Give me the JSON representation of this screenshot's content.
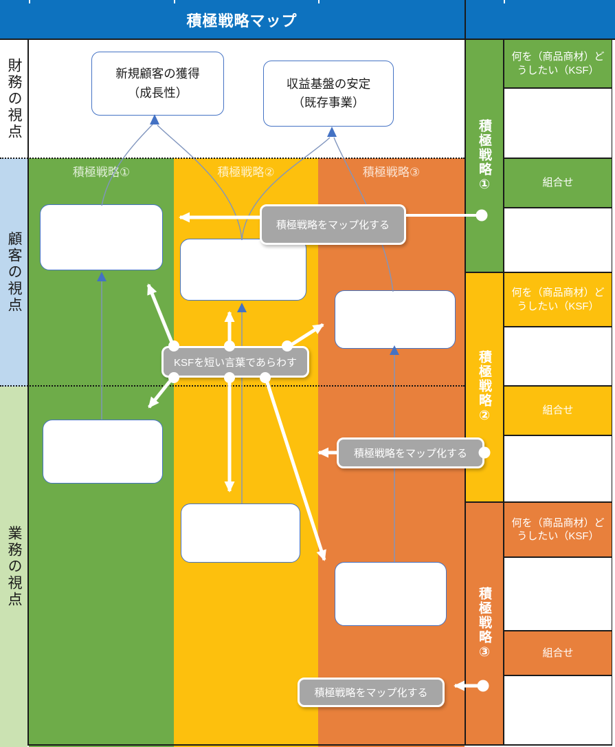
{
  "title": "積極戦略マップ",
  "perspectives": [
    {
      "label": "財務の視点"
    },
    {
      "label": "顧客の視点"
    },
    {
      "label": "業務の視点"
    }
  ],
  "map": {
    "column_headers": [
      {
        "label": "積極戦略①"
      },
      {
        "label": "積極戦略②"
      },
      {
        "label": "積極戦略③"
      }
    ],
    "financial_goals": [
      {
        "line1": "新規顧客の獲得",
        "line2": "（成長性）"
      },
      {
        "line1": "収益基盤の安定",
        "line2": "（既存事業）"
      }
    ],
    "callouts": {
      "ksf": "KSFを短い言葉であらわす",
      "map1": "積極戦略をマップ化する",
      "map2": "積極戦略をマップ化する",
      "map3": "積極戦略をマップ化する"
    }
  },
  "panel": {
    "sections": [
      {
        "band": "積極戦略①",
        "header": "何を（商品商材）どうしたい（KSF）",
        "combine": "組合せ"
      },
      {
        "band": "積極戦略②",
        "header": "何を（商品商材）どうしたい（KSF）",
        "combine": "組合せ"
      },
      {
        "band": "積極戦略③",
        "header": "何を（商品商材）どうしたい（KSF）",
        "combine": "組合せ"
      }
    ]
  },
  "colors": {
    "header_blue": "#0D72BF",
    "green": "#6EAC49",
    "yellow": "#FDC00D",
    "orange": "#E8803C",
    "light_blue": "#BDD7EE",
    "light_green": "#CBE2B2",
    "callout_gray": "#A6A6A6",
    "box_border": "#4472C4",
    "connector_line": "#8095BE"
  }
}
